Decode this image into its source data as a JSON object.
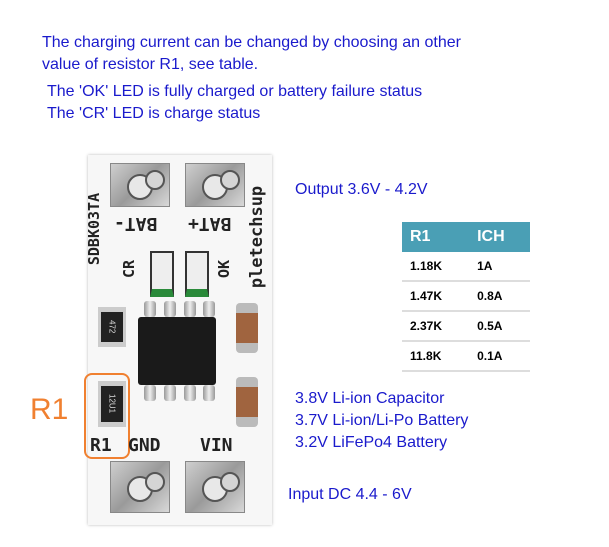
{
  "intro": {
    "line1": "The charging current can be changed by choosing an other",
    "line2": "value of resistor R1, see table.",
    "line3": "The 'OK' LED is fully charged or battery failure status",
    "line4": "The 'CR' LED is charge status"
  },
  "labels": {
    "output": "Output 3.6V - 4.2V",
    "batt1": "3.8V Li-ion Capacitor",
    "batt2": "3.7V Li-ion/Li-Po Battery",
    "batt3": "3.2V LiFePo4 Battery",
    "input": "Input DC 4.4 - 6V",
    "r1_callout": "R1"
  },
  "table": {
    "headers": [
      "R1",
      "ICH"
    ],
    "rows": [
      [
        "1.18K",
        "1A"
      ],
      [
        "1.47K",
        "0.8A"
      ],
      [
        "2.37K",
        "0.5A"
      ],
      [
        "11.8K",
        "0.1A"
      ]
    ]
  },
  "board": {
    "model": "SDBK03TA",
    "brand": "pletechsup",
    "bat_minus": "BAT-",
    "bat_plus": "BAT+",
    "cr": "CR",
    "ok": "OK",
    "r1": "R1",
    "gnd": "GND",
    "vin": "VIN",
    "res1_code": "472",
    "res2_code": "12U1"
  },
  "colors": {
    "text": "#1a1acc",
    "callout": "#f08030",
    "table_header": "#4a9fb5"
  }
}
